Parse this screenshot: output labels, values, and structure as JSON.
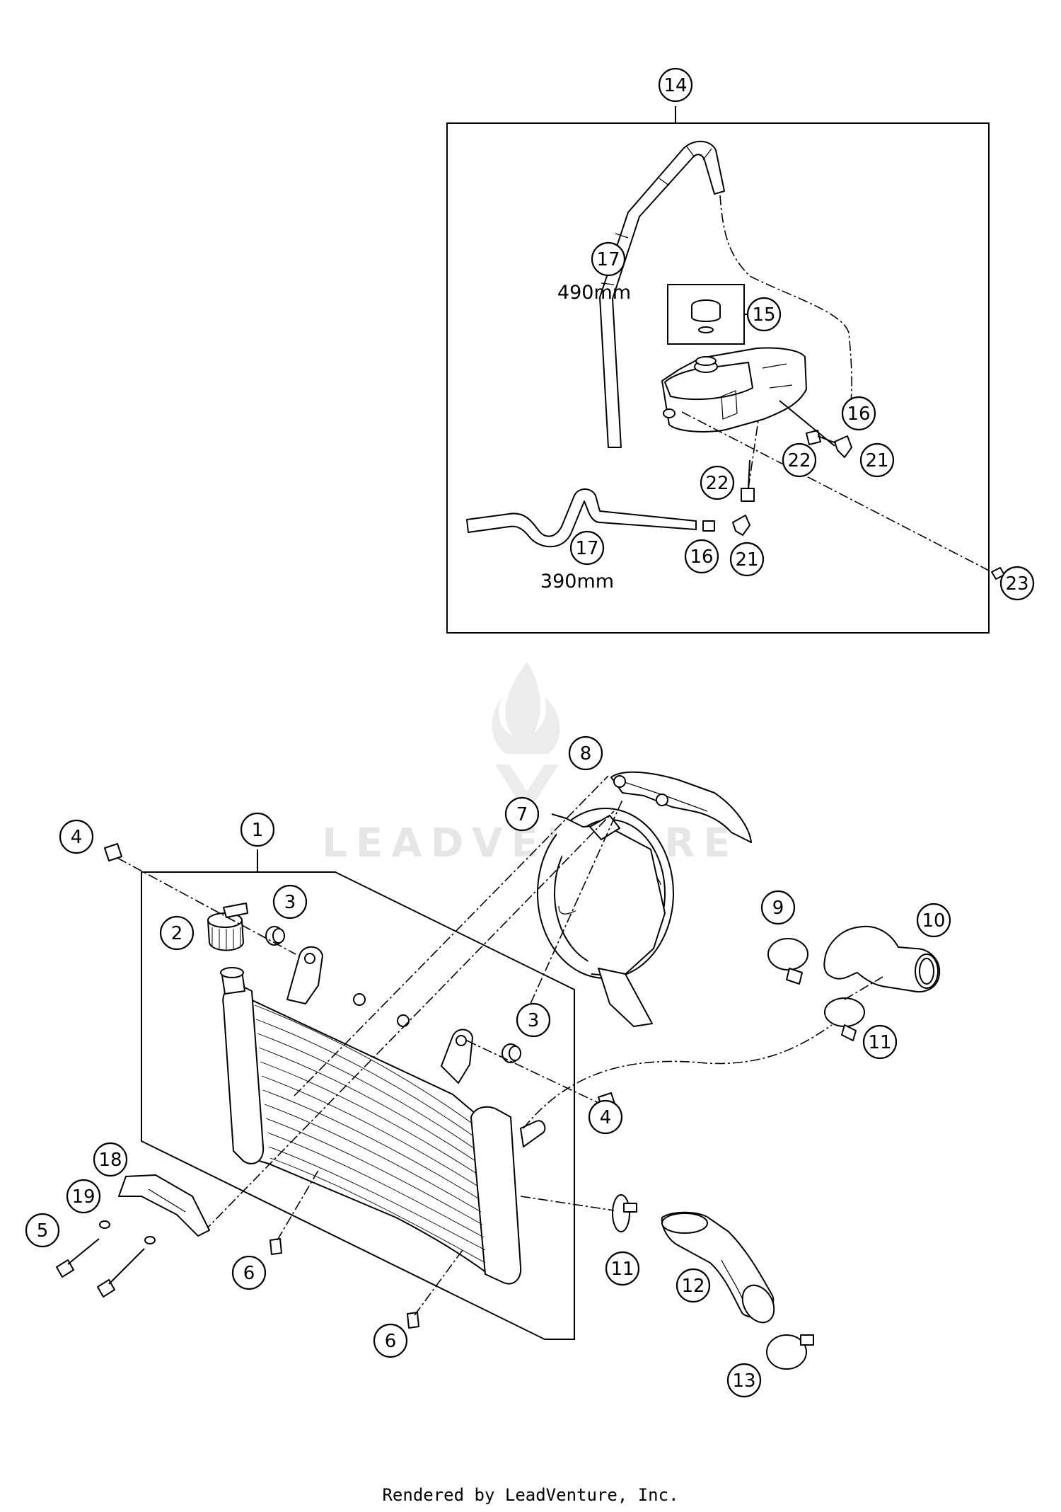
{
  "diagram": {
    "dimensions": {
      "hose_upper": "490mm",
      "hose_lower": "390mm"
    },
    "watermark": "LEADVENTURE",
    "callouts": [
      "14",
      "17",
      "15",
      "16",
      "21",
      "22",
      "22",
      "16",
      "21",
      "17",
      "23",
      "8",
      "7",
      "1",
      "4",
      "2",
      "3",
      "3",
      "9",
      "10",
      "11",
      "4",
      "18",
      "19",
      "5",
      "6",
      "6",
      "11",
      "12",
      "13"
    ]
  },
  "footer": {
    "text": "Rendered by LeadVenture, Inc."
  }
}
